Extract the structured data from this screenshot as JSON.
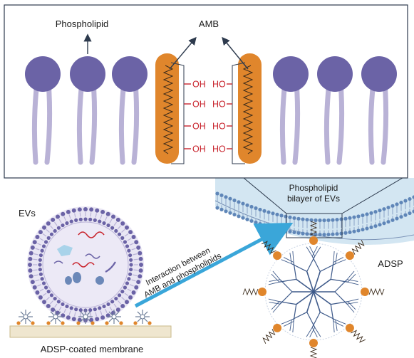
{
  "labels": {
    "phospholipid": "Phospholipid",
    "amb": "AMB",
    "oh": "OH",
    "ho": "HO",
    "bilayer_line1": "Phospholipid",
    "bilayer_line2": "bilayer of EVs",
    "evs": "EVs",
    "adsp": "ADSP",
    "interaction_line1": "Interaction between",
    "interaction_line2": "AMB and phospholipids",
    "membrane": "ADSP-coated membrane"
  },
  "colors": {
    "phospholipid_head": "#6b63a6",
    "phospholipid_tail": "#b9b2d6",
    "amb_body": "#e0862c",
    "hydroxyl": "#c8232c",
    "bilayer_bg": "#d3e6f2",
    "arrow": "#3aa6d9",
    "adsp_branch": "#3e5a8a",
    "adsp_node": "#e0862c",
    "membrane": "#efe6cf"
  }
}
